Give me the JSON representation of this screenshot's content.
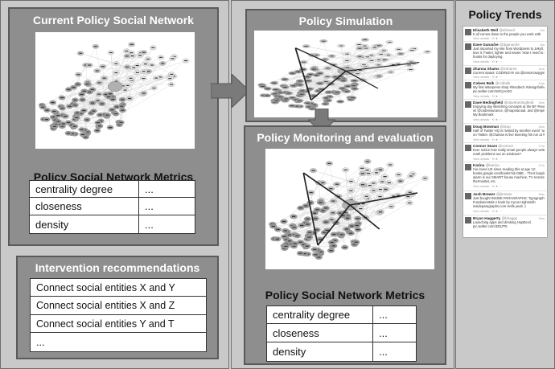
{
  "left": {
    "network_panel": {
      "title": "Current Policy Social Network",
      "metrics_title": "Policy Social Network Metrics",
      "metrics": [
        {
          "name": "centrality degree",
          "value": "..."
        },
        {
          "name": "closeness",
          "value": "..."
        },
        {
          "name": "density",
          "value": "..."
        }
      ]
    },
    "recommendations_panel": {
      "title": "Intervention recommendations",
      "items": [
        "Connect  social entities X and Y",
        "Connect  social entities X and Z",
        "Connect  social entities Y and T",
        "..."
      ]
    }
  },
  "middle": {
    "simulation_panel": {
      "title": "Policy Simulation"
    },
    "monitoring_panel": {
      "title": "Policy Monitoring and evaluation",
      "metrics_title": "Policy Social Network Metrics",
      "metrics": [
        {
          "name": "centrality degree",
          "value": "..."
        },
        {
          "name": "closeness",
          "value": "..."
        },
        {
          "name": "density",
          "value": "..."
        }
      ]
    }
  },
  "right": {
    "title": "Policy Trends",
    "tweets": [
      {
        "name": "Elisabeth Weil",
        "handle": "@elizweil",
        "time": "9m",
        "text": [
          "It all comes down to the people you work with."
        ],
        "view": "View details  ·  ⟲  ★  ⋯"
      },
      {
        "name": "Dave Ganache",
        "handle": "@dganache",
        "time": "8m",
        "text": [
          "Just imported my site from Wordpress to Jekyll. So far, I",
          "love it. Faster, lighter and easier. Now I need to setup git",
          "hooks for deploying."
        ],
        "view": "View details  ·  ⟲  ★  ⋯"
      },
      {
        "name": "Zhanna Shams",
        "handle": "@zshams",
        "time": "11m",
        "text": [
          "Current status: CODING!!!!! via @tomorrowpyjm #twitter"
        ],
        "view": "View details  ·  ⟲  ★  ⋯"
      },
      {
        "name": "Coleen Balk",
        "handle": "@colbalk",
        "time": "14m",
        "text": [
          "My first letterpress shop #lmsdtech #designforlive",
          "pic.twitter.com/m0CjAoXG"
        ],
        "view": "View details  ·  ⟲  ★  ⋯"
      },
      {
        "name": "Dave Bedingfield",
        "handle": "@davebedingfield",
        "time": "15m",
        "text": [
          "Enjoying day sketching concepts at the BF #Hackathon",
          "w/ @codeinsurance, @mapmanual, and @Improvdd @BF",
          "My Bookmark"
        ],
        "view": "View details  ·  ⟲  ★  ⋯"
      },
      {
        "name": "Doug Bowman",
        "handle": "@stop",
        "time": "16m",
        "text": [
          "Half of Twitter HQ is riveted by another event \"unfolding\"",
          "on Twitter. @chanian is live tweeting his run at #NSCP"
        ],
        "view": "View details  ·  ⟲  ★  ⋯"
      },
      {
        "name": "Connor Sears",
        "handle": "@connor",
        "time": "17m",
        "text": [
          "Ever notice how really smart people always write their",
          "math problems out on windows?"
        ],
        "view": "View details  ·  ⟲  ★  ⋯"
      },
      {
        "name": "Karina",
        "handle": "@karina",
        "time": "17m",
        "text": [
          "I've loved UX since reading this at age 12:",
          "books.google.com/books?id=0I6E... Their burglar",
          "alarm is our SMART house machine, TV remote,",
          "thermostat, etc."
        ],
        "view": "View details  ·  ⟲  ★  ⋯"
      },
      {
        "name": "Josh Brewer",
        "handle": "@jbrewer",
        "time": "18m",
        "text": [
          "Just bought INSIDE PARAGRAPHS: Typographic",
          "Fundamentals A book by Cyrus Highsmith",
          "insideparagraphs.com  Hells yeah :)"
        ],
        "view": "View details  ·  ⟲  ★  ⋯"
      },
      {
        "name": "Bryan Haggerty",
        "handle": "@bhaggs",
        "time": "19m",
        "text": [
          "Launching apps and drinking HopDevil.",
          "pic.twitter.com/3Z6JTN"
        ],
        "view": ""
      }
    ]
  },
  "colors": {
    "panel_fill": "#8e8e8e",
    "panel_border": "#5a5a5a",
    "background": "#cfcfcf",
    "arrow": "#7a7a7a",
    "table_fill": "#ffffff"
  }
}
